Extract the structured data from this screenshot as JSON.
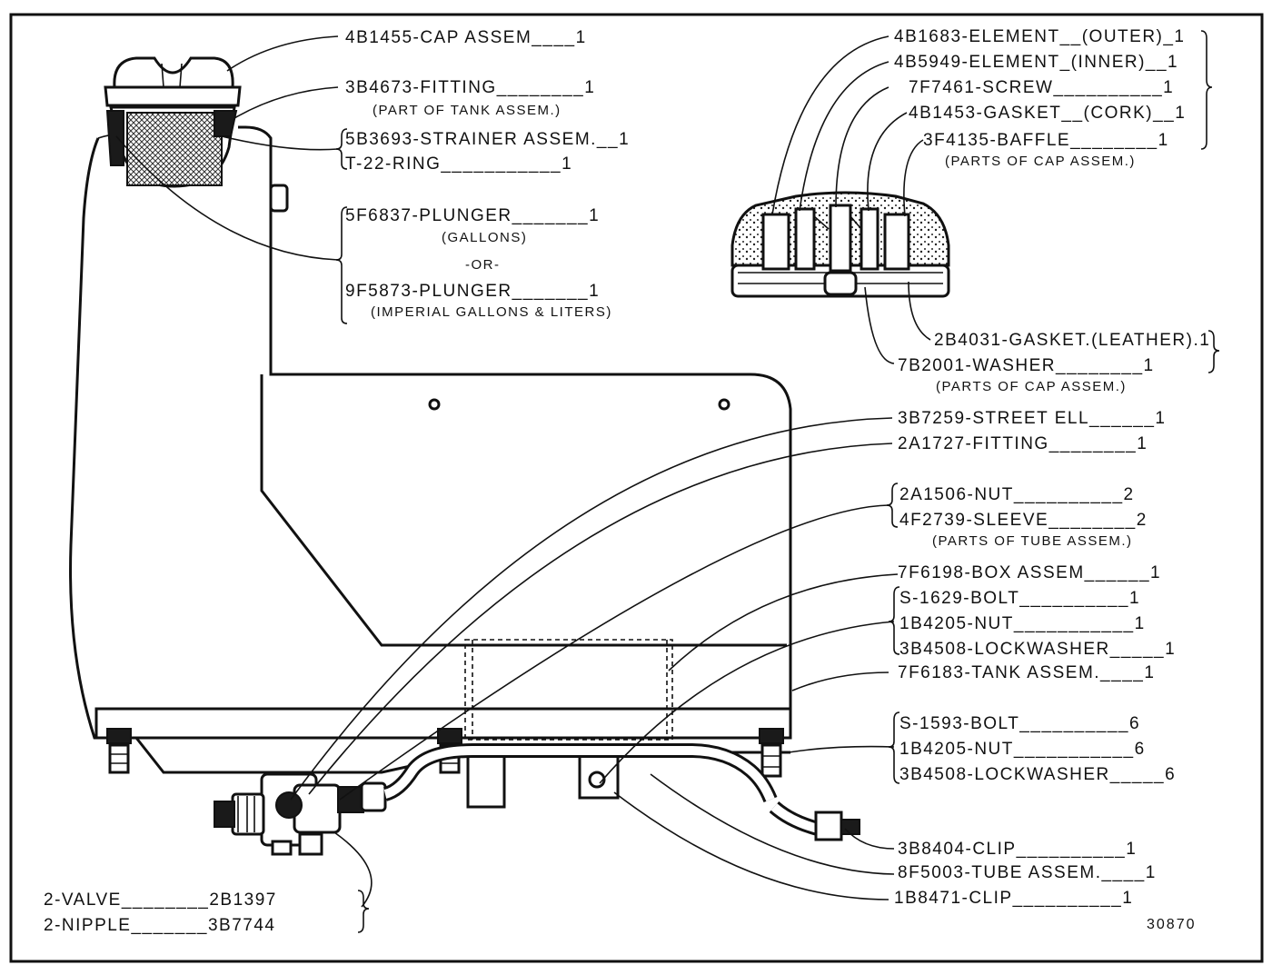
{
  "labels": {
    "cap_assem": "4B1455-CAP ASSEM____1",
    "fitting_3b4673": "3B4673-FITTING________1",
    "fitting_note": "(PART OF TANK ASSEM.)",
    "strainer": "5B3693-STRAINER ASSEM.__1",
    "ring": "T-22-RING___________1",
    "plunger_gal": "5F6837-PLUNGER_______1",
    "gallons": "(GALLONS)",
    "or": "-OR-",
    "plunger_imp": "9F5873-PLUNGER_______1",
    "imperial": "(IMPERIAL GALLONS & LITERS)",
    "element_outer": "4B1683-ELEMENT__(OUTER)_1",
    "element_inner": "4B5949-ELEMENT_(INNER)__1",
    "screw": "7F7461-SCREW__________1",
    "gasket_cork": "4B1453-GASKET__(CORK)__1",
    "baffle": "3F4135-BAFFLE________1",
    "cap_parts_1": "(PARTS OF CAP ASSEM.)",
    "gasket_leather": "2B4031-GASKET.(LEATHER).1",
    "washer": "7B2001-WASHER________1",
    "cap_parts_2": "(PARTS OF CAP ASSEM.)",
    "street_ell": "3B7259-STREET ELL______1",
    "fitting_2a1727": "2A1727-FITTING________1",
    "nut_2a1506": "2A1506-NUT__________2",
    "sleeve": "4F2739-SLEEVE________2",
    "tube_parts": "(PARTS OF TUBE ASSEM.)",
    "box_assem": "7F6198-BOX ASSEM______1",
    "bolt_s1629": "S-1629-BOLT__________1",
    "nut_1b4205_a": "1B4205-NUT___________1",
    "lockwasher_a": "3B4508-LOCKWASHER_____1",
    "tank_assem": "7F6183-TANK ASSEM.____1",
    "bolt_s1593": "S-1593-BOLT__________6",
    "nut_1b4205_b": "1B4205-NUT___________6",
    "lockwasher_b": "3B4508-LOCKWASHER_____6",
    "clip_3b8404": "3B8404-CLIP__________1",
    "tube_assem": "8F5003-TUBE ASSEM.____1",
    "clip_1b8471": "1B8471-CLIP__________1",
    "valve": "2-VALVE________2B1397",
    "nipple": "2-NIPPLE_______3B7744",
    "figure_number": "30870"
  }
}
